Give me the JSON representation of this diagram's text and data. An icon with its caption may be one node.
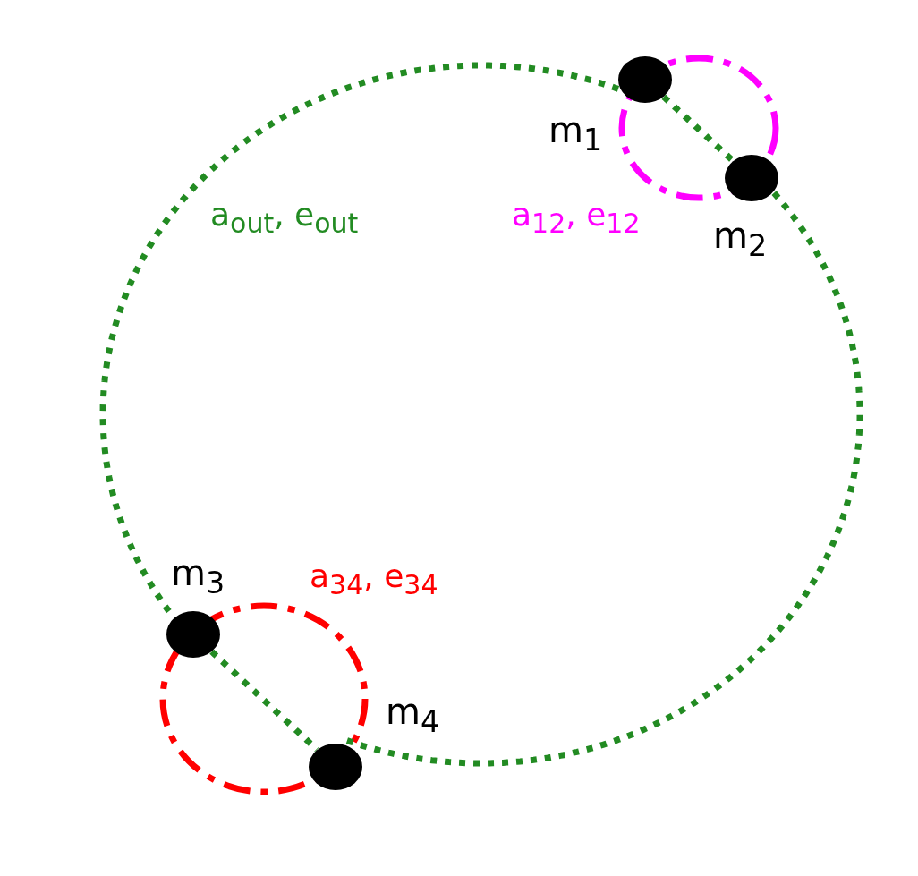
{
  "diagram": {
    "nodes": [
      {
        "text": [],
        "shape": "circle",
        "beside": [
          "m$_{1}$"
        ]
      },
      {
        "text": [],
        "shape": "circle",
        "beside": [
          "m$_{2}$"
        ]
      },
      {
        "text": [],
        "shape": "circle",
        "beside": [
          "m$_{3}$"
        ]
      },
      {
        "text": [],
        "shape": "circle",
        "beside": [
          "m$_{4}$"
        ]
      }
    ],
    "edges": [
      {
        "from": 0,
        "to": 1,
        "arrow": "none"
      },
      {
        "from": 0,
        "to": 2,
        "arrow": "none"
      },
      {
        "from": 1,
        "to": 3,
        "arrow": "none"
      },
      {
        "from": 2,
        "to": 3,
        "arrow": "none"
      }
    ],
    "labels": [
      "a$_{out}$, e$_{out}$",
      "a$_{12}$, e$_{12}$",
      "a$_{34}$, e$_{34}$"
    ]
  }
}
